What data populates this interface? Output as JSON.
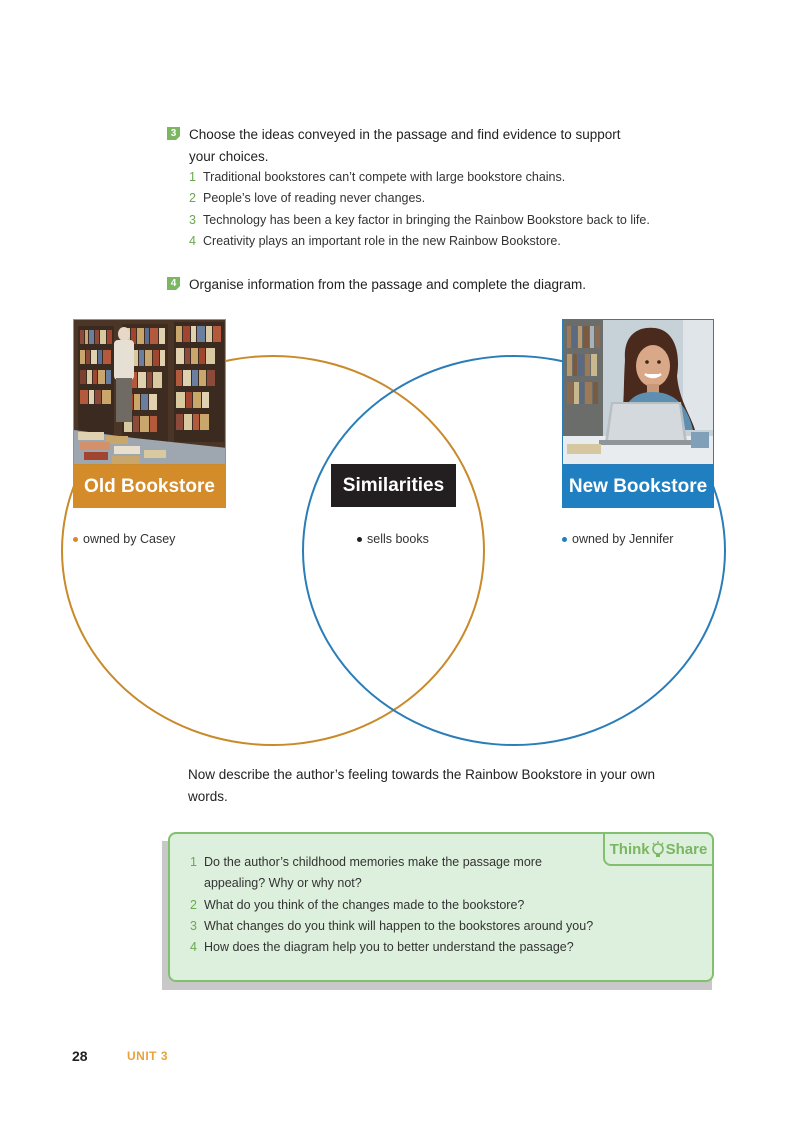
{
  "section3": {
    "number": "3",
    "heading": "Choose the ideas conveyed in the passage and find evidence to support your choices.",
    "items": [
      {
        "n": "1",
        "text": "Traditional bookstores can’t compete with large bookstore chains."
      },
      {
        "n": "2",
        "text": "People’s love of reading never changes."
      },
      {
        "n": "3",
        "text": "Technology has been a key factor in bringing the Rainbow Bookstore back to life."
      },
      {
        "n": "4",
        "text": "Creativity plays an important role in the new Rainbow Bookstore."
      }
    ]
  },
  "section4": {
    "number": "4",
    "heading": "Organise information from the passage and complete the diagram."
  },
  "diagram": {
    "left": {
      "label": "Old Bookstore",
      "bullet": "owned by Casey",
      "color": "#d48b2a"
    },
    "middle": {
      "label": "Similarities",
      "bullet": "sells books",
      "color": "#231f20"
    },
    "right": {
      "label": "New Bookstore",
      "bullet": "owned by Jennifer",
      "color": "#1f7fc0"
    }
  },
  "describe": "Now describe the author’s feeling towards the Rainbow Bookstore in your own words.",
  "think_share": {
    "tab_label_1": "Think",
    "tab_label_2": "Share",
    "items": [
      {
        "n": "1",
        "text": "Do the author’s childhood memories make the passage more appealing? Why or why not?"
      },
      {
        "n": "2",
        "text": "What do you think of the changes made to the bookstore?"
      },
      {
        "n": "3",
        "text": "What changes do you think will happen to the bookstores around you?"
      },
      {
        "n": "4",
        "text": "How does the diagram help you to better understand the passage?"
      }
    ]
  },
  "footer": {
    "page": "28",
    "unit": "UNIT 3"
  }
}
